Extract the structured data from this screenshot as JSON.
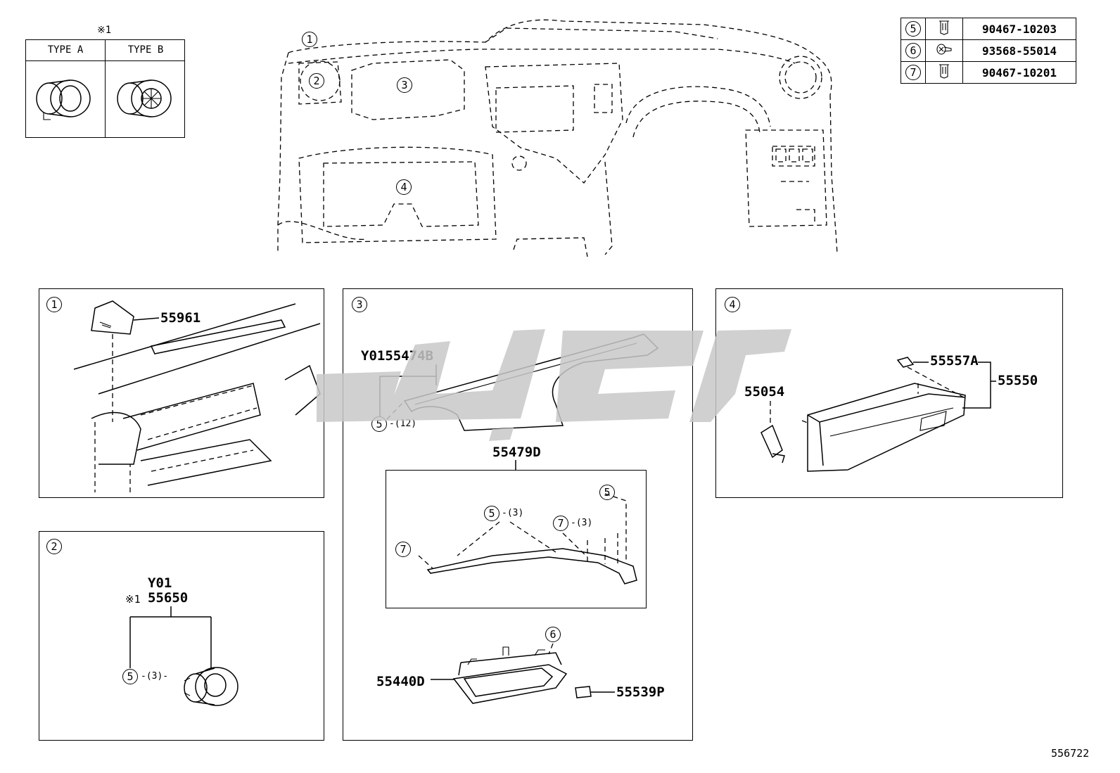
{
  "type_table": {
    "note_mark": "※1",
    "type_a": "TYPE A",
    "type_b": "TYPE B"
  },
  "fastener_table": [
    {
      "ref": "5",
      "icon": "clip-icon",
      "part": "90467-10203"
    },
    {
      "ref": "6",
      "icon": "screw-icon",
      "part": "93568-55014"
    },
    {
      "ref": "7",
      "icon": "clip-icon",
      "part": "90467-10201"
    }
  ],
  "overview": {
    "callouts": [
      "1",
      "2",
      "3",
      "4"
    ]
  },
  "panel1": {
    "index": "1",
    "part": "55961"
  },
  "panel2": {
    "index": "2",
    "code": "Y01",
    "note_mark": "※1",
    "part": "55650",
    "fastener_ref": "5",
    "fastener_qty": "-(3)-"
  },
  "panel3": {
    "index": "3",
    "top_part": "Y0155474B",
    "top_ref": "5",
    "top_qty": "-(12)",
    "sub_part": "55479D",
    "sub_ref_a": "5",
    "sub_ref_a_qty": "-(3)",
    "sub_ref_b": "7",
    "sub_ref_b_qty": "-(3)",
    "sub_ref_c": "5",
    "sub_ref_d": "7",
    "handle_ref": "6",
    "handle_part": "55440D",
    "clip_part": "55539P"
  },
  "panel4": {
    "index": "4",
    "damper_part": "55054",
    "stopper_part": "55557A",
    "box_part": "55550"
  },
  "watermark": {
    "color": "#c8c8c8"
  },
  "footer": {
    "illustration_no": "556722"
  }
}
